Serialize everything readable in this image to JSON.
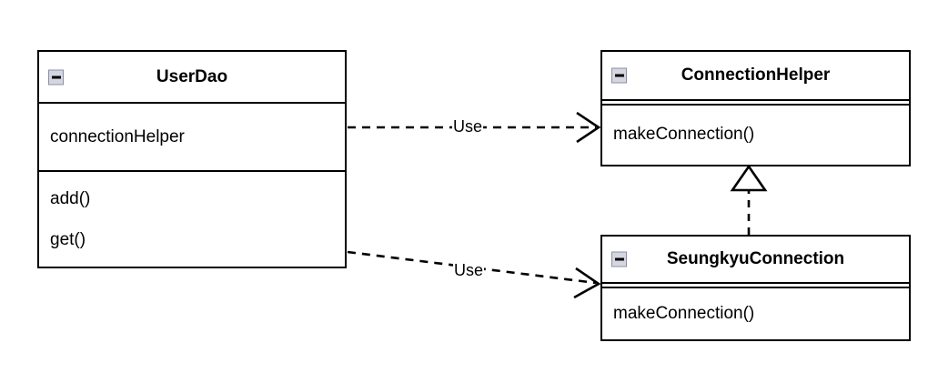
{
  "diagram": {
    "type": "uml-class-diagram",
    "background": "#ffffff",
    "line_color": "#000000",
    "icon_border_color": "#8c8fa6",
    "icon_fill_color": "#d4d6e0"
  },
  "classes": [
    {
      "id": "user-dao",
      "name": "UserDao",
      "collapse_icon": "minus-icon",
      "attributes": [
        "connectionHelper"
      ],
      "methods": [
        "add()",
        "get()"
      ]
    },
    {
      "id": "connection-helper",
      "name": "ConnectionHelper",
      "collapse_icon": "minus-icon",
      "attributes": [],
      "methods": [
        "makeConnection()"
      ]
    },
    {
      "id": "seungkyu-connection",
      "name": "SeungkyuConnection",
      "collapse_icon": "minus-icon",
      "attributes": [],
      "methods": [
        "makeConnection()"
      ]
    }
  ],
  "relationships": [
    {
      "id": "use-userdao-connectionhelper",
      "kind": "dependency",
      "label": "Use",
      "from": "UserDao",
      "to": "ConnectionHelper",
      "style": "dashed",
      "arrowhead": "open"
    },
    {
      "id": "use-userdao-seungkyuconnection",
      "kind": "dependency",
      "label": "Use",
      "from": "UserDao",
      "to": "SeungkyuConnection",
      "style": "dashed",
      "arrowhead": "open"
    },
    {
      "id": "realization-seungkyu-connectionhelper",
      "kind": "realization",
      "label": "",
      "from": "SeungkyuConnection",
      "to": "ConnectionHelper",
      "style": "dashed",
      "arrowhead": "hollow-triangle"
    }
  ]
}
